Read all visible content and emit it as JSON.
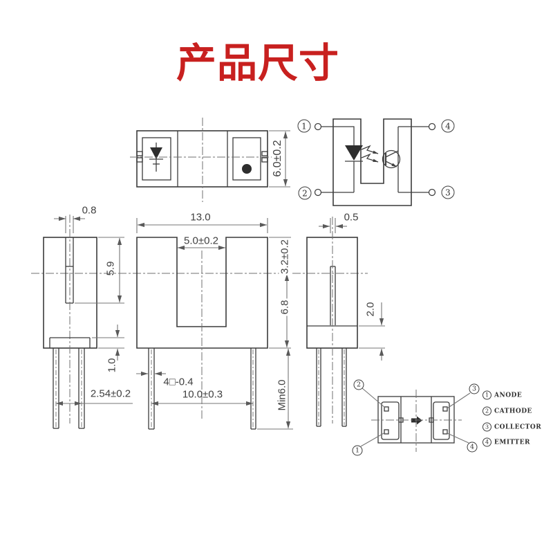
{
  "title": "产品尺寸",
  "colors": {
    "title_red": "#c8201f",
    "ink": "#3a3a3a",
    "dim_gray": "#757575"
  },
  "top_view": {
    "height": "6.0±0.2"
  },
  "schematic": {
    "pin_top_left": "1",
    "pin_bottom_left": "2",
    "pin_bottom_right": "3",
    "pin_top_right": "4"
  },
  "front_view": {
    "overall_width": "13.0",
    "slot_width": "5.0±0.2",
    "upper_height": "3.2±0.2",
    "lower_height": "6.8",
    "lead_length": "Min6.0",
    "lead_pitch": "10.0±0.3",
    "lead_square": "4□-0.4"
  },
  "left_view": {
    "slot_width": "0.8",
    "slot_depth": "5.9",
    "standoff_height": "1.0",
    "lead_pitch": "2.54±0.2"
  },
  "right_view": {
    "slit_width": "0.5",
    "base_height": "2.0"
  },
  "bottom_view": {
    "pin_top_left": "2",
    "pin_bottom_left": "1",
    "pin_top_right": "3",
    "pin_bottom_right": "4"
  },
  "legend": {
    "items": [
      {
        "num": "1",
        "label": "ANODE"
      },
      {
        "num": "2",
        "label": "CATHODE"
      },
      {
        "num": "3",
        "label": "COLLECTOR"
      },
      {
        "num": "4",
        "label": "EMITTER"
      }
    ]
  }
}
